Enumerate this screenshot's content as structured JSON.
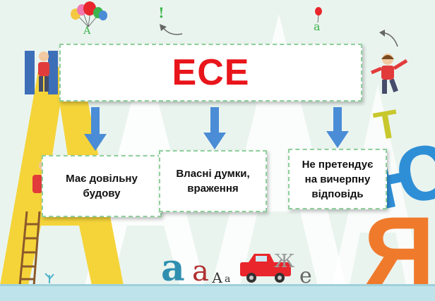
{
  "title": "ЕСЕ",
  "branches": [
    {
      "text": "Має довільну\nбудову"
    },
    {
      "text": "Власні думки,\nвраження"
    },
    {
      "text": "Не претендує\nна вичерпну\nвідповідь"
    }
  ],
  "decor": {
    "letter_a_top": "А",
    "exclamation": "!",
    "letter_a_small": "а",
    "bottom_letters": [
      "а",
      "а",
      "А",
      "а",
      "Ж",
      "е"
    ],
    "letter_t": "Т",
    "letter_yo": "Ю",
    "letter_ya": "Я",
    "letter_big_a": "А"
  },
  "colors": {
    "title": "#e8151b",
    "arrow": "#4a8cd6",
    "box_border": "#8fcf9c",
    "big_a": "#f5d43a",
    "letter_ya": "#f07a2c",
    "letter_yo": "#2f8fd6",
    "letter_t": "#c8c82e"
  }
}
